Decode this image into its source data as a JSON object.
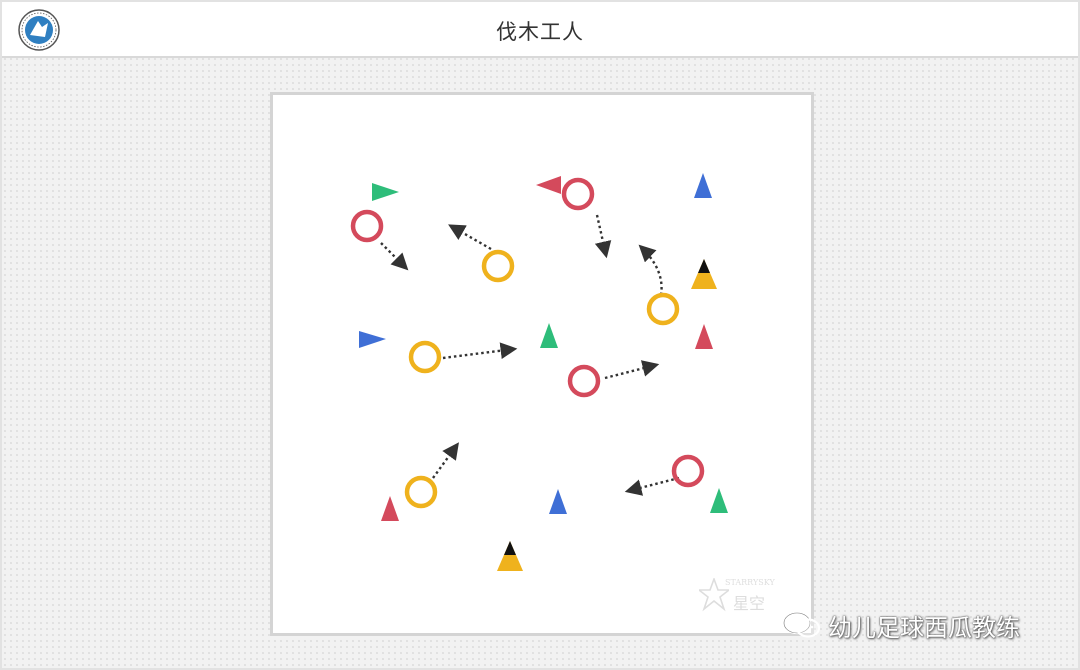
{
  "header": {
    "title": "伐木工人"
  },
  "watermark": {
    "en": "STARRYSKY",
    "cn": "星空"
  },
  "credit": {
    "text": "幼儿足球西瓜教练"
  },
  "colors": {
    "red": "#d44a5c",
    "yellow": "#efb21d",
    "green": "#2ebd7a",
    "blue": "#3f6fd6",
    "black": "#111111",
    "arrow": "#333333",
    "logo_blue": "#2f7fc1"
  },
  "icons": {
    "logo": "club-logo-icon",
    "wechat": "wechat-icon",
    "watermark_star": "star-icon"
  }
}
